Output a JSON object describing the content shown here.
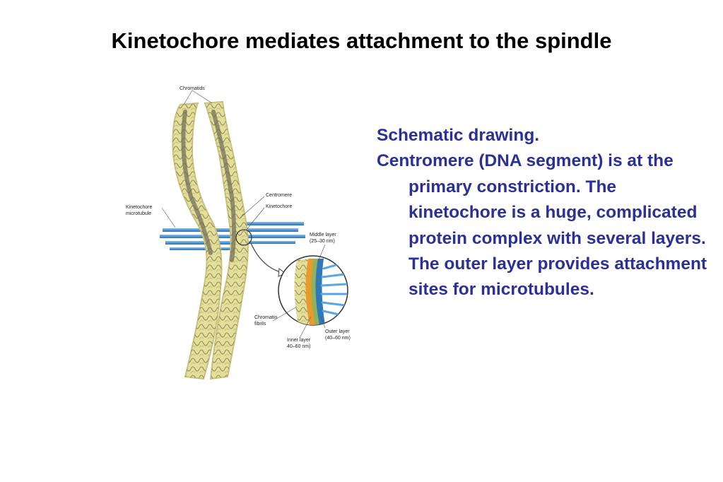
{
  "title": "Kinetochore mediates attachment to the spindle",
  "diagram": {
    "labels": {
      "chromatids": "Chromatids",
      "kinetochore_microtubule_1": "Kinetochore",
      "kinetochore_microtubule_2": "microtubule",
      "centromere": "Centromere",
      "kinetochore": "Kinetochore",
      "middle_layer_1": "Middle layer",
      "middle_layer_2": "(25–30 nm)",
      "chromatin_fibrils_1": "Chromatin",
      "chromatin_fibrils_2": "fibrils",
      "inner_layer_1": "Inner layer",
      "inner_layer_2": "40–60 nm)",
      "outer_layer_1": "Outer layer",
      "outer_layer_2": "(40–60 nm)"
    },
    "colors": {
      "chromatin_light": "#e3df98",
      "chromatin_dark": "#6e6a58",
      "microtubule": "#3f8fd0",
      "inner_layer": "#e89a2a",
      "middle_layer": "#8fb35a",
      "outer_layer": "#2f79b8"
    }
  },
  "body": {
    "line1": "Schematic drawing.",
    "paragraph": "Centromere (DNA segment) is at the primary constriction.  The kinetochore is a huge, complicated protein complex with several layers.  The outer layer provides attachment sites for microtubules.",
    "text_color": "#2b2f98"
  }
}
